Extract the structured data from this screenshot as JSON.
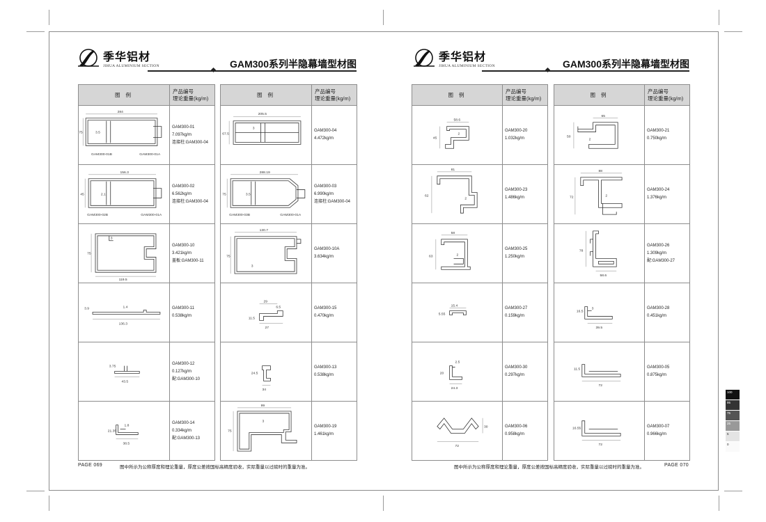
{
  "brand": {
    "name_cn": "季华铝材",
    "name_en": "JIHUA ALUMINIUM SECTION"
  },
  "pages": [
    {
      "title": "GAM300系列半隐幕墙型材图",
      "page_label": "PAGE 069",
      "note": "图中所示为公称厚度和理论重量，厚度公差按国标高精度验收，实际重量以过磅时的重量为准。",
      "tables": [
        {
          "header": {
            "col1": "图 例",
            "col2_line1": "产品编号",
            "col2_line2": "理论重量(kg/m)"
          },
          "rows": [
            {
              "code": "GAM300-01",
              "weight": "7.097kg/m",
              "extra": "连接柱:GAM300-04",
              "dims": [
                "284",
                "75",
                "3.5",
                "GAM300-01B",
                "GAM300-01A"
              ]
            },
            {
              "code": "GAM300-02",
              "weight": "6.562kg/m",
              "extra": "连接柱:GAM300-04",
              "dims": [
                "156.3",
                "45",
                "2.1",
                "GAM300-02B",
                "GAM300-01A"
              ]
            },
            {
              "code": "GAM300-10",
              "weight": "3.421kg/m",
              "extra": "盖板:GAM300-11",
              "dims": [
                "75",
                "3",
                "119.5"
              ]
            },
            {
              "code": "GAM300-11",
              "weight": "0.538kg/m",
              "extra": "",
              "dims": [
                "3.9",
                "1.4",
                "136.3"
              ]
            },
            {
              "code": "GAM300-12",
              "weight": "0.127kg/m",
              "extra": "配:GAM300-10",
              "dims": [
                "3.75",
                "43.5"
              ]
            },
            {
              "code": "GAM300-14",
              "weight": "0.334kg/m",
              "extra": "配:GAM300-13",
              "dims": [
                "21.35",
                "1.8",
                "38.5"
              ]
            }
          ]
        },
        {
          "header": {
            "col1": "图 例",
            "col2_line1": "产品编号",
            "col2_line2": "理论重量(kg/m)"
          },
          "rows": [
            {
              "code": "GAM300-04",
              "weight": "4.472kg/m",
              "extra": "",
              "dims": [
                "205.5",
                "67.5",
                "3"
              ]
            },
            {
              "code": "GAM300-03",
              "weight": "6.990kg/m",
              "extra": "连接柱:GAM300-04",
              "dims": [
                "288.19",
                "75",
                "3.5",
                "GAM300-03B",
                "GAM300-01A"
              ]
            },
            {
              "code": "GAM300-10A",
              "weight": "3.634kg/m",
              "extra": "",
              "dims": [
                "130.7",
                "75",
                "3"
              ]
            },
            {
              "code": "GAM300-15",
              "weight": "0.470kg/m",
              "extra": "",
              "dims": [
                "29",
                "6.5",
                "11.5",
                "27"
              ]
            },
            {
              "code": "GAM300-13",
              "weight": "0.538kg/m",
              "extra": "",
              "dims": [
                "24.5",
                "34"
              ]
            },
            {
              "code": "GAM300-19",
              "weight": "1.461kg/m",
              "extra": "",
              "dims": [
                "99",
                "75",
                "3"
              ]
            }
          ]
        }
      ]
    },
    {
      "title": "GAM300系列半隐幕墙型材图",
      "page_label": "PAGE 070",
      "note": "图中所示为公称厚度和理论重量，厚度公差按国标高精度验收，实际重量以过磅时的重量为准。",
      "tables": [
        {
          "header": {
            "col1": "图 例",
            "col2_line1": "产品编号",
            "col2_line2": "理论重量(kg/m)"
          },
          "rows": [
            {
              "code": "GAM300-20",
              "weight": "1.032kg/m",
              "extra": "",
              "dims": [
                "58.6",
                "45",
                "2"
              ]
            },
            {
              "code": "GAM300-23",
              "weight": "1.486kg/m",
              "extra": "",
              "dims": [
                "81",
                "62",
                "2"
              ]
            },
            {
              "code": "GAM300-25",
              "weight": "1.250kg/m",
              "extra": "",
              "dims": [
                "58",
                "63",
                "2"
              ]
            },
            {
              "code": "GAM300-27",
              "weight": "0.159kg/m",
              "extra": "",
              "dims": [
                "15.4",
                "5.55"
              ]
            },
            {
              "code": "GAM300-30",
              "weight": "0.297kg/m",
              "extra": "",
              "dims": [
                "2.5",
                "20",
                "24.3"
              ]
            },
            {
              "code": "GAM300-06",
              "weight": "0.958kg/m",
              "extra": "",
              "dims": [
                "30",
                "72"
              ]
            }
          ]
        },
        {
          "header": {
            "col1": "图 例",
            "col2_line1": "产品编号",
            "col2_line2": "理论重量(kg/m)"
          },
          "rows": [
            {
              "code": "GAM300-21",
              "weight": "0.750kg/m",
              "extra": "",
              "dims": [
                "65",
                "50",
                "2"
              ]
            },
            {
              "code": "GAM300-24",
              "weight": "1.376kg/m",
              "extra": "",
              "dims": [
                "88",
                "72",
                "2"
              ]
            },
            {
              "code": "GAM300-26",
              "weight": "1.309kg/m",
              "extra": "配:GAM300-27",
              "dims": [
                "78",
                "58.6"
              ]
            },
            {
              "code": "GAM300-28",
              "weight": "0.451kg/m",
              "extra": "",
              "dims": [
                "16.5",
                "3",
                "39.5"
              ]
            },
            {
              "code": "GAM300-05",
              "weight": "0.875kg/m",
              "extra": "",
              "dims": [
                "11.5",
                "72"
              ]
            },
            {
              "code": "GAM300-07",
              "weight": "0.966kg/m",
              "extra": "",
              "dims": [
                "16.55",
                "72"
              ]
            }
          ]
        }
      ]
    }
  ],
  "color_bar": [
    "100",
    "95",
    "75",
    "25",
    "5",
    "0"
  ],
  "colors": {
    "rule": "#222222",
    "header_bg": "#d6d6d6",
    "border": "#8c8c8c"
  }
}
